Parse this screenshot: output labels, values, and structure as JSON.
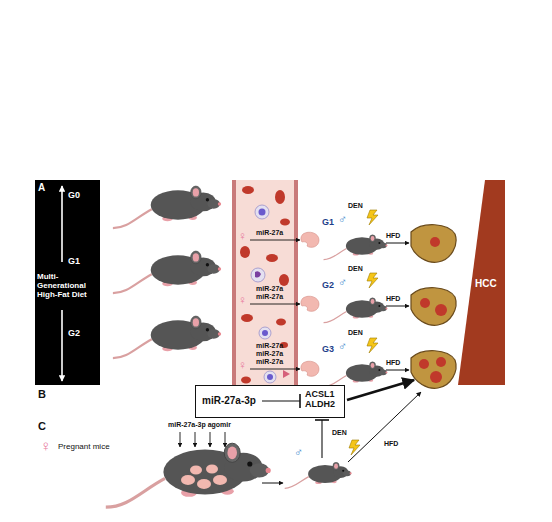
{
  "diagram": {
    "nodes": [
      {
        "text": [
          "A",
          "G0",
          "G1",
          "Multi-Generational High-Fat Diet",
          "G2"
        ]
      },
      {
        "text": [
          "HCC"
        ]
      },
      {
        "text": [
          "miR-27a-3p",
          "ACSL1 ALDH2"
        ]
      }
    ],
    "labels": [
      "♀",
      "miR-27a",
      "G1",
      "♂",
      "DEN",
      "HFD",
      "♀",
      "miR-27a",
      "miR-27a",
      "G2",
      "♂",
      "DEN",
      "HFD",
      "♀",
      "miR-27a",
      "miR-27a",
      "miR-27a",
      "G3",
      "♂",
      "DEN",
      "HFD",
      "B",
      "C",
      "♀",
      "Pregnant mice",
      "miR-27a-3p agomir",
      "DEN",
      "HFD",
      "♂"
    ]
  }
}
